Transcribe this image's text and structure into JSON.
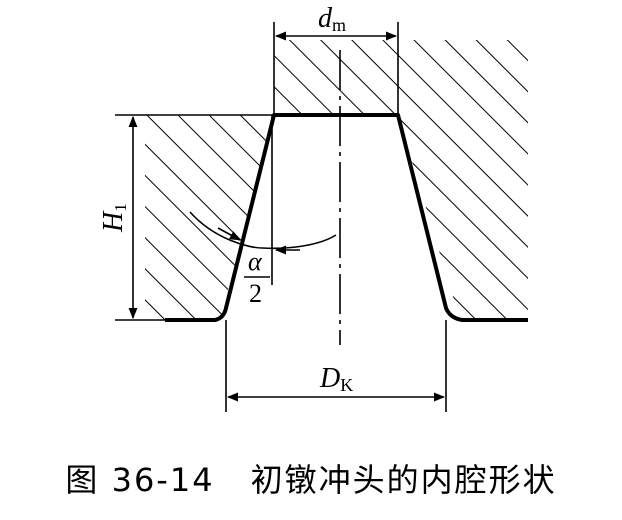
{
  "labels": {
    "dm_main": "d",
    "dm_sub": "m",
    "h_main": "H",
    "h_sub": "1",
    "alpha": "α",
    "two": "2",
    "dk_main": "D",
    "dk_sub": "K"
  },
  "caption": {
    "number": "图 36-14",
    "title": "初镦冲头的内腔形状"
  }
}
